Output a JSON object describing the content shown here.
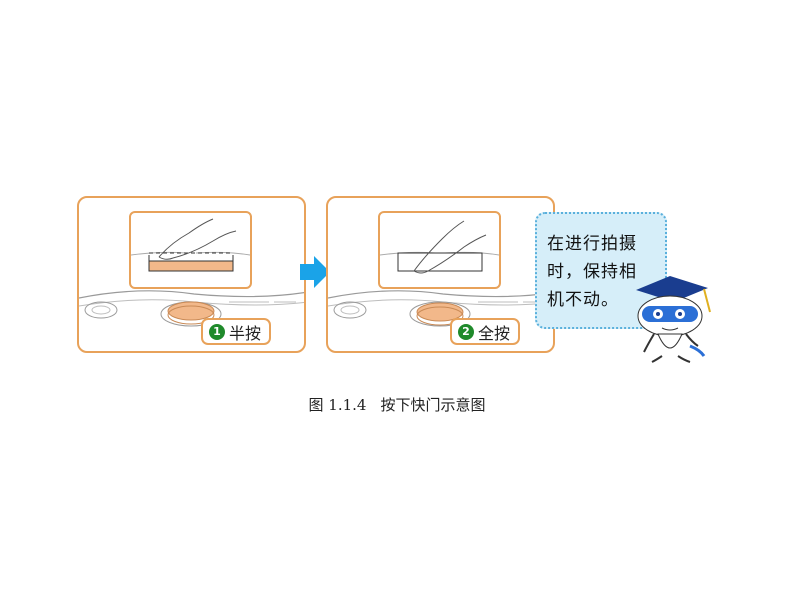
{
  "steps": [
    {
      "num": "1",
      "label": "半按"
    },
    {
      "num": "2",
      "label": "全按"
    }
  ],
  "speech": {
    "lines": [
      "在进行拍摄",
      "时，保持相",
      "机不动。"
    ]
  },
  "caption": {
    "figure_no": "图 1.1.4",
    "title": "按下快门示意图"
  },
  "colors": {
    "frame": "#e8a25a",
    "button_pressed": "#f2b88a",
    "arrow": "#1aa3e8",
    "speech_bg": "#d6eef9",
    "step_badge": "#1f8a2b"
  },
  "icons": [
    "finger-press-icon",
    "shutter-button-icon",
    "right-arrow-icon",
    "mascot-doctor-icon"
  ]
}
